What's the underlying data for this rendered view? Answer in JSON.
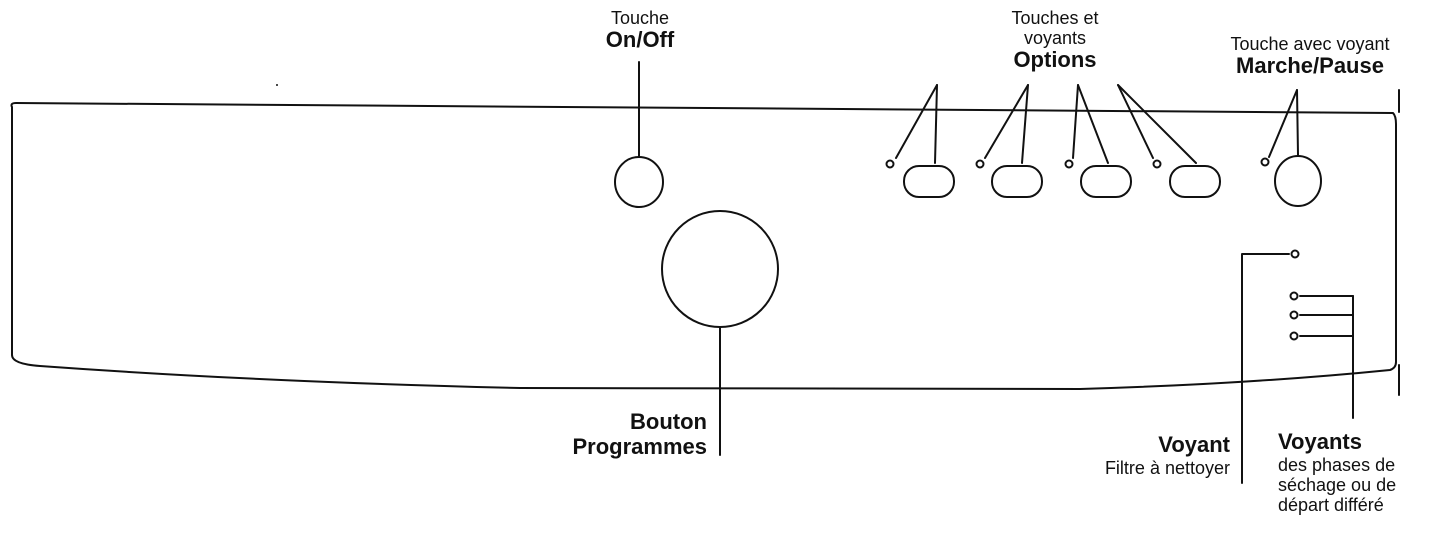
{
  "labels": {
    "onoff": {
      "line1": "Touche",
      "line2": "On/Off"
    },
    "options": {
      "line1": "Touches et",
      "line2": "voyants",
      "line3": "Options"
    },
    "marche": {
      "line1": "Touche avec voyant",
      "line2": "Marche/Pause"
    },
    "programmes": {
      "line1": "Bouton",
      "line2": "Programmes"
    },
    "voyant_filtre": {
      "line1": "Voyant",
      "line2": "Filtre à nettoyer"
    },
    "voyants_phases": {
      "line1": "Voyants",
      "line2": "des phases de",
      "line3": "séchage ou de",
      "line4": "départ différé"
    }
  },
  "colors": {
    "line": "#111111",
    "background": "#ffffff"
  }
}
